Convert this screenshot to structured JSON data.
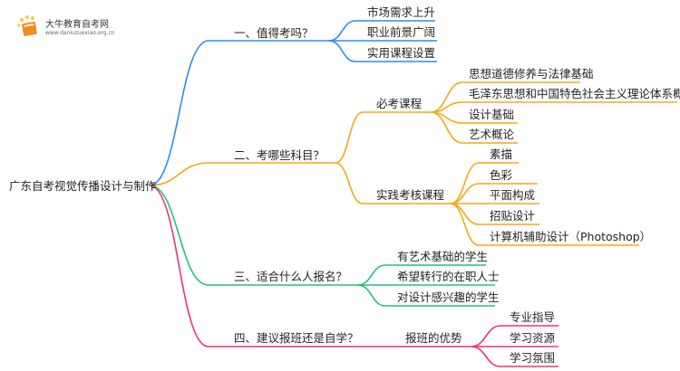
{
  "logo": {
    "name": "大牛教育自考网",
    "url": "www.daniuzuexiao.org.cn"
  },
  "root": "广东自考视觉传播设计与制作",
  "colors": {
    "b1": "#2a8cf5",
    "b2": "#f5a816",
    "b3": "#24c07a",
    "b4": "#f0307e"
  },
  "branches": [
    {
      "label": "一、值得考吗？",
      "children": [
        "市场需求上升",
        "职业前景广阔",
        "实用课程设置"
      ]
    },
    {
      "label": "二、考哪些科目？",
      "groups": [
        {
          "label": "必考课程",
          "children": [
            "思想道德修养与法律基础",
            "毛泽东思想和中国特色社会主义理论体系概论",
            "设计基础",
            "艺术概论"
          ]
        },
        {
          "label": "实践考核课程",
          "children": [
            "素描",
            "色彩",
            "平面构成",
            "招贴设计",
            "计算机辅助设计（Photoshop）"
          ]
        }
      ]
    },
    {
      "label": "三、适合什么人报名？",
      "children": [
        "有艺术基础的学生",
        "希望转行的在职人士",
        "对设计感兴趣的学生"
      ]
    },
    {
      "label": "四、建议报班还是自学？",
      "groups": [
        {
          "label": "报班的优势",
          "children": [
            "专业指导",
            "学习资源",
            "学习氛围"
          ]
        }
      ]
    }
  ]
}
